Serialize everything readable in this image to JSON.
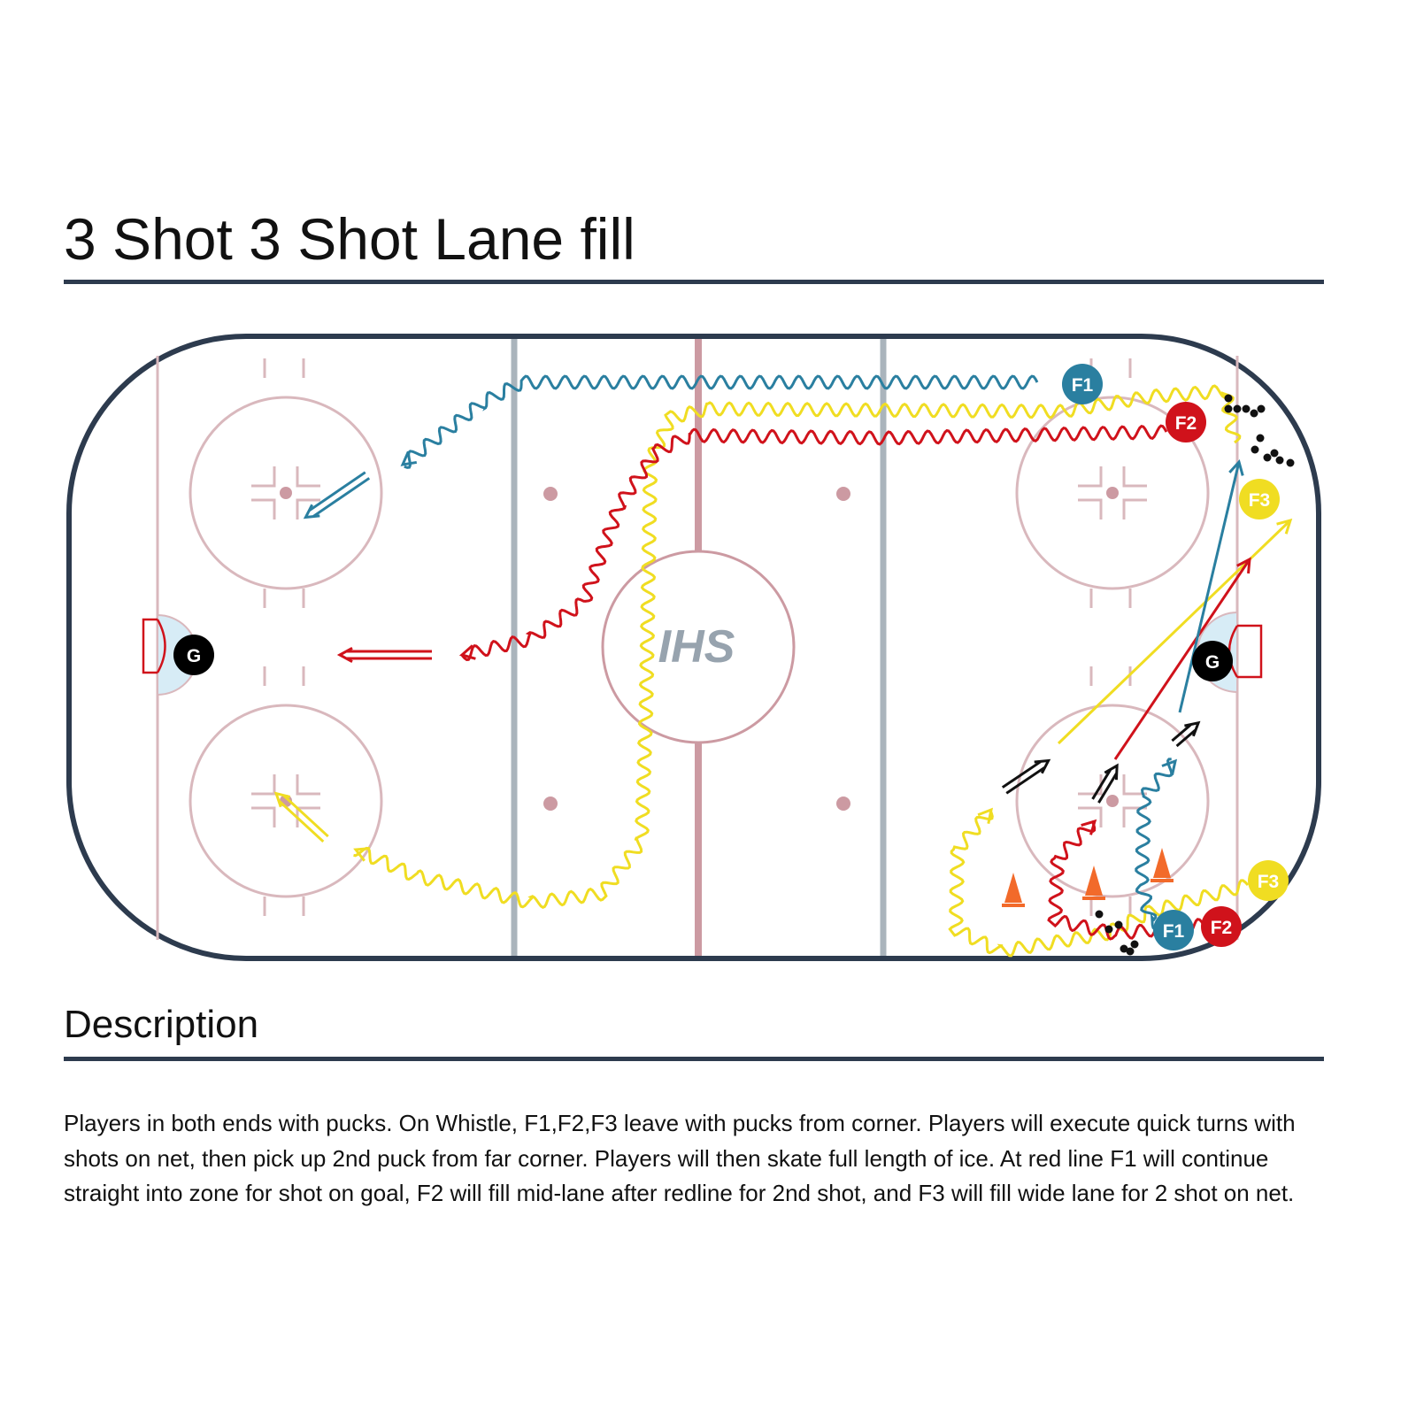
{
  "title": "3 Shot 3 Shot Lane fill",
  "description_heading": "Description",
  "description": "Players in both ends with pucks. On Whistle, F1,F2,F3 leave with pucks from corner. Players will execute quick turns with shots on net, then pick up 2nd puck from far corner. Players will then skate full length of ice. At red line F1 will continue straight into zone for shot on goal, F2 will fill mid-lane after redline for 2nd shot, and F3 will fill wide lane for 2 shot on net.",
  "logo_text": "IHS",
  "players": {
    "f1_top": "F1",
    "f2_top": "F2",
    "f3_top": "F3",
    "f3_bottom": "F3",
    "f2_bottom": "F2",
    "f1_bottom": "F1",
    "goalie_left": "G",
    "goalie_right": "G"
  },
  "colors": {
    "f1": "#2a7fa0",
    "f2": "#d0121b",
    "f3": "#f0dd22",
    "goalie": "#000000",
    "border": "#2d3b4e",
    "cone": "#f26a2a"
  }
}
